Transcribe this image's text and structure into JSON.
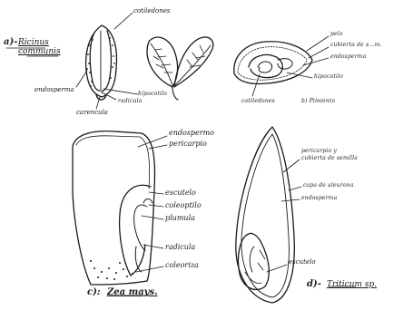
{
  "panel_a": {
    "letter": "a)-",
    "species": "Ricinus communis",
    "labels": {
      "cotiledones": "cotiledones",
      "endosperma": "endosperma",
      "hipocotilo": "hipocotilo",
      "radicula": "radicula",
      "carencula": "carencula"
    }
  },
  "panel_b": {
    "labels": {
      "pelo": "pelo",
      "cubierta": "cubierta de s...m.",
      "endosperma": "endosperma",
      "hipocotilo": "hipocotilo",
      "cotiledones": "cotiledones",
      "caption": "b) Pimiento"
    }
  },
  "panel_c": {
    "caption_letter": "c):",
    "caption_species": "Zea mays.",
    "labels": {
      "endospermo": "endospermo",
      "pericarpio": "pericarpio",
      "escutelo": "escutelo",
      "coleoptilo": "coleoptilo",
      "plumula": "plumula",
      "radicula": "radicula",
      "coleoriza": "coleoriza"
    }
  },
  "panel_d": {
    "caption_letter": "d)-",
    "caption_species": "Triticum sp.",
    "labels": {
      "pericarpio": "pericarpio y",
      "cubierta": "cubierta de semilla",
      "capa": "capa de aleurona",
      "endosperma": "endosperma",
      "escutelo": "escutelo"
    }
  }
}
